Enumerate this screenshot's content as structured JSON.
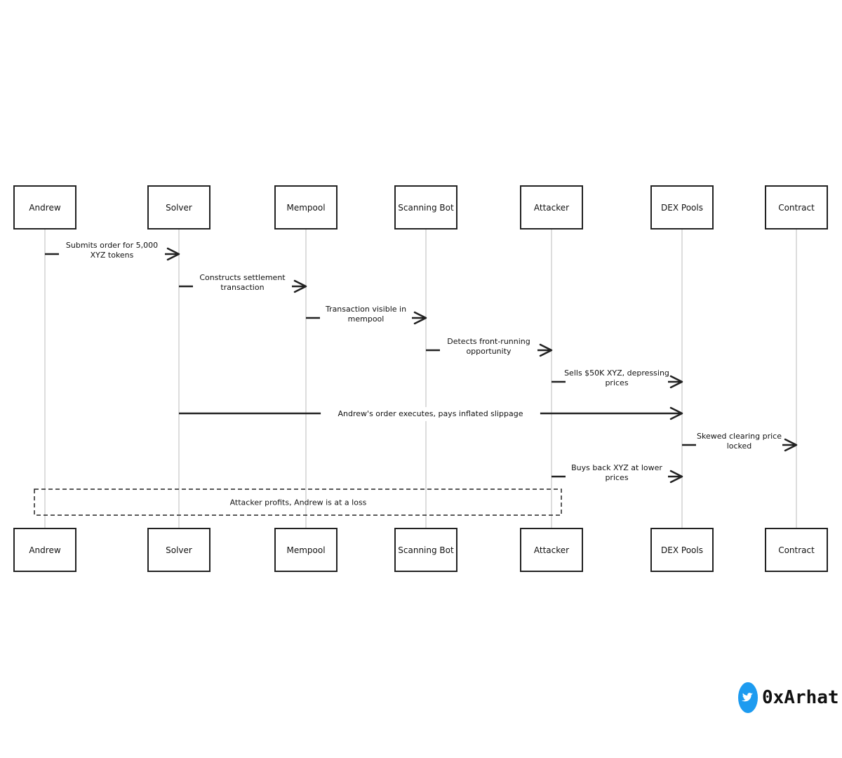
{
  "actors": [
    {
      "id": "andrew",
      "label": "Andrew"
    },
    {
      "id": "solver",
      "label": "Solver"
    },
    {
      "id": "mempool",
      "label": "Mempool"
    },
    {
      "id": "scanning-bot",
      "label": "Scanning Bot"
    },
    {
      "id": "attacker",
      "label": "Attacker"
    },
    {
      "id": "dex-pools",
      "label": "DEX Pools"
    },
    {
      "id": "contract",
      "label": "Contract"
    }
  ],
  "messages": [
    {
      "from": 0,
      "to": 1,
      "lines": [
        "Submits order for 5,000",
        "XYZ tokens"
      ]
    },
    {
      "from": 1,
      "to": 2,
      "lines": [
        "Constructs settlement",
        "transaction"
      ]
    },
    {
      "from": 2,
      "to": 3,
      "lines": [
        "Transaction visible in",
        "mempool"
      ]
    },
    {
      "from": 3,
      "to": 4,
      "lines": [
        "Detects front-running",
        "opportunity"
      ]
    },
    {
      "from": 4,
      "to": 5,
      "lines": [
        "Sells $50K XYZ, depressing",
        "prices"
      ]
    },
    {
      "from": 1,
      "to": 5,
      "lines": [
        "Andrew's order executes, pays inflated slippage"
      ]
    },
    {
      "from": 5,
      "to": 6,
      "lines": [
        "Skewed clearing price",
        "locked"
      ]
    },
    {
      "from": 4,
      "to": 5,
      "lines": [
        "Buys back XYZ at lower",
        "prices"
      ]
    }
  ],
  "note": {
    "from": 0,
    "to": 4,
    "text": "Attacker profits, Andrew is at a loss"
  },
  "brand": {
    "icon": "twitter-bird-icon",
    "handle": "0xArhat",
    "color": "#1d9bf0"
  }
}
